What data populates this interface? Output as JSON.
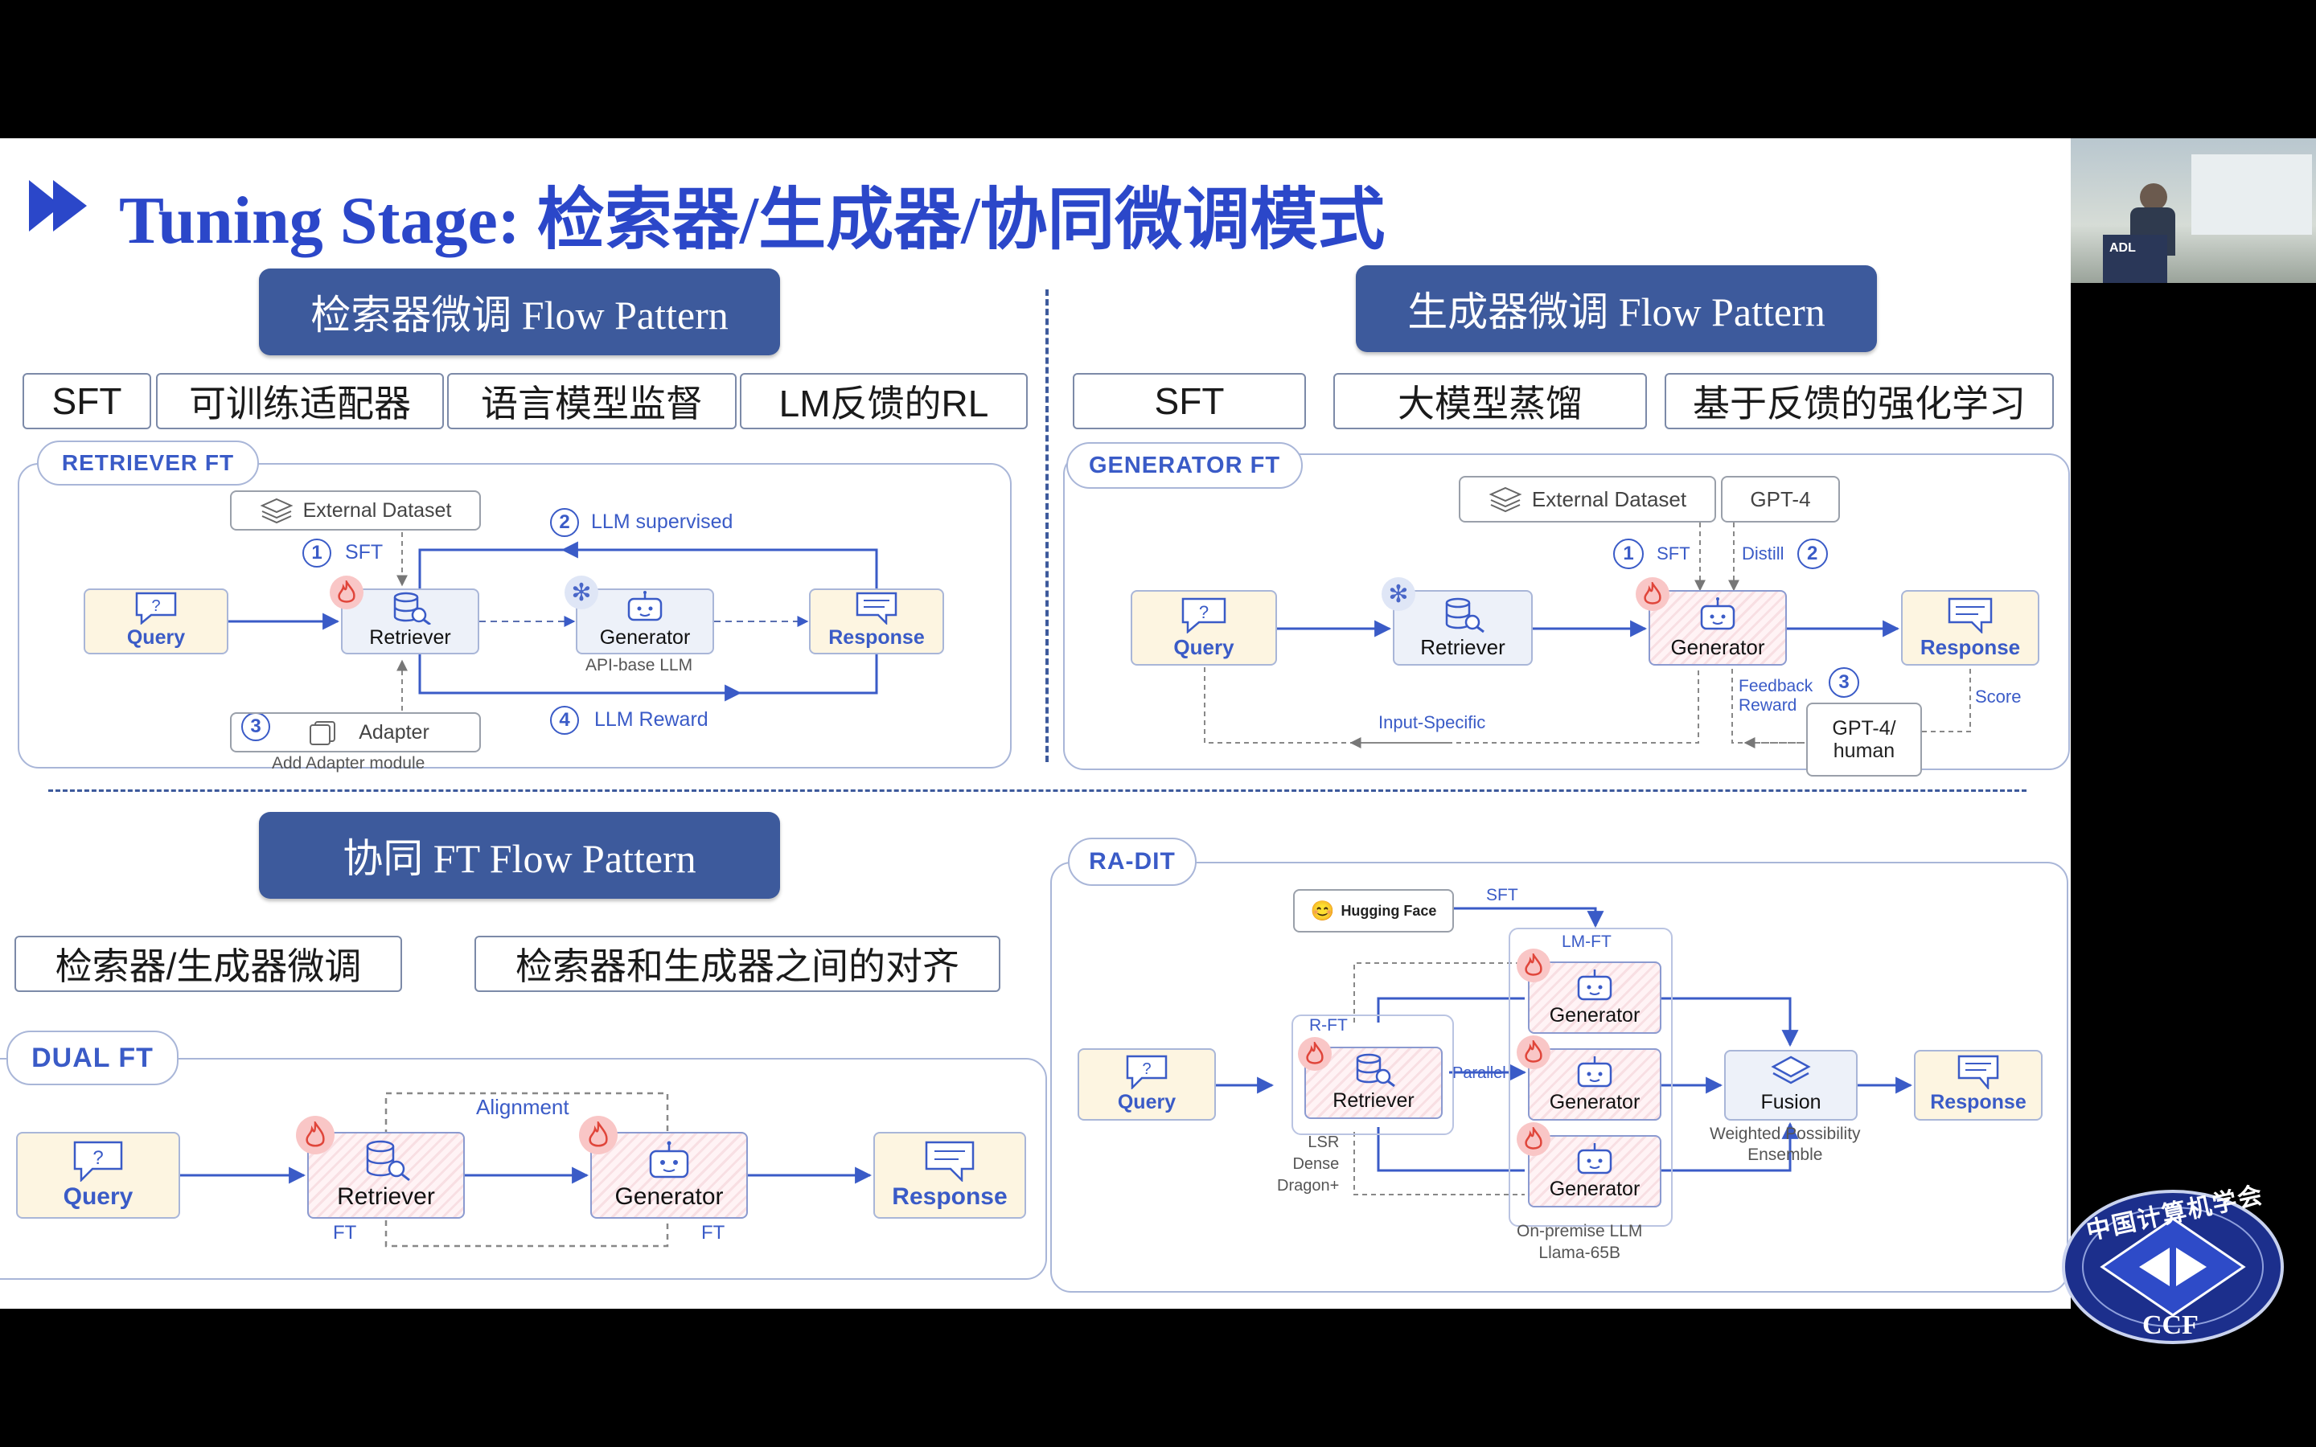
{
  "title": "Tuning Stage: 检索器/生成器/协同微调模式",
  "sections": {
    "retriever_header": "检索器微调  Flow  Pattern",
    "generator_header": "生成器微调  Flow  Pattern",
    "collab_header": "协同 FT  Flow Pattern"
  },
  "retriever_chips": [
    "SFT",
    "可训练适配器",
    "语言模型监督",
    "LM反馈的RL"
  ],
  "generator_chips": [
    "SFT",
    "大模型蒸馏",
    "基于反馈的强化学习"
  ],
  "collab_chips": [
    "检索器/生成器微调",
    "检索器和生成器之间的对齐"
  ],
  "retriever_ft": {
    "tab": "RETRIEVER  FT",
    "external_dataset": "External Dataset",
    "sft_num": "1",
    "sft": "SFT",
    "llm_sup_num": "2",
    "llm_supervised": "LLM supervised",
    "query": "Query",
    "retriever": "Retriever",
    "generator": "Generator",
    "api_llm": "API-base LLM",
    "response": "Response",
    "adapter_num": "3",
    "adapter": "Adapter",
    "add_adapter": "Add Adapter module",
    "reward_num": "4",
    "llm_reward": "LLM Reward"
  },
  "generator_ft": {
    "tab": "GENERATOR  FT",
    "external_dataset": "External Dataset",
    "gpt4": "GPT-4",
    "sft_num": "1",
    "sft": "SFT",
    "distill": "Distill",
    "distill_num": "2",
    "query": "Query",
    "retriever": "Retriever",
    "generator": "Generator",
    "response": "Response",
    "feedback": "Feedback",
    "reward": "Reward",
    "fb_num": "3",
    "score": "Score",
    "input_specific": "Input-Specific",
    "gpt4_human": [
      "GPT-4/",
      "human"
    ]
  },
  "dual_ft": {
    "tab": "DUAL FT",
    "alignment": "Alignment",
    "query": "Query",
    "retriever": "Retriever",
    "generator": "Generator",
    "response": "Response",
    "ft_left": "FT",
    "ft_right": "FT"
  },
  "ra_dit": {
    "tab": "RA-DIT",
    "hugging_face": "Hugging Face",
    "sft": "SFT",
    "lm_ft": "LM-FT",
    "r_ft": "R-FT",
    "query": "Query",
    "retriever": "Retriever",
    "parallel": "Parallel",
    "generators": [
      "Generator",
      "Generator",
      "Generator"
    ],
    "fusion": "Fusion",
    "response": "Response",
    "weighted": [
      "Weighted Possibility",
      "Ensemble"
    ],
    "retr_notes": [
      "LSR",
      "Dense",
      "Dragon+"
    ],
    "llm_notes": [
      "On-premise LLM",
      "Llama-65B"
    ]
  },
  "logo": {
    "org": "中国计算机学会",
    "abbr": "CCF"
  },
  "camera": {
    "sign": "ADL"
  },
  "colors": {
    "header_bg": "#3d5a9c",
    "title": "#2b47c9",
    "accent": "#3a5bc7",
    "query_bg": "#fdf5e1"
  }
}
